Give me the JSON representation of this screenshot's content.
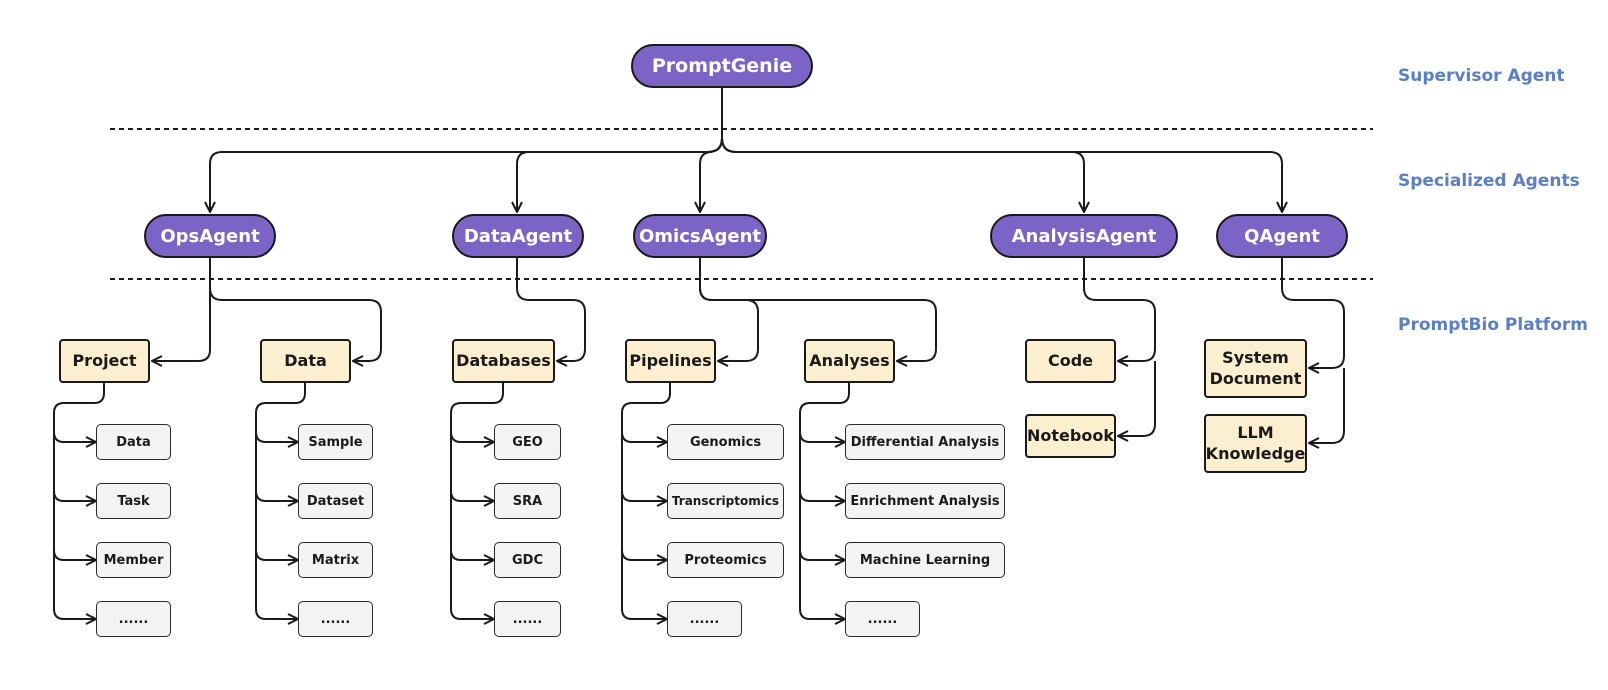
{
  "colors": {
    "agent_fill": "#7b64c6",
    "module_fill": "#fcefd0",
    "leaf_fill": "#f3f3f3",
    "layer_label": "#5b7fc7",
    "line": "#1a1a1a"
  },
  "layers": {
    "supervisor": "Supervisor Agent",
    "specialized": "Specialized Agents",
    "platform": "PromptBio Platform"
  },
  "supervisor": {
    "label": "PromptGenie"
  },
  "agents": [
    {
      "label": "OpsAgent"
    },
    {
      "label": "DataAgent"
    },
    {
      "label": "OmicsAgent"
    },
    {
      "label": "AnalysisAgent"
    },
    {
      "label": "QAgent"
    }
  ],
  "modules": [
    {
      "label": "Project",
      "items": [
        "Data",
        "Task",
        "Member",
        "......"
      ]
    },
    {
      "label": "Data",
      "items": [
        "Sample",
        "Dataset",
        "Matrix",
        "......"
      ]
    },
    {
      "label": "Databases",
      "items": [
        "GEO",
        "SRA",
        "GDC",
        "......"
      ]
    },
    {
      "label": "Pipelines",
      "items": [
        "Genomics",
        "Transcriptomics",
        "Proteomics",
        "......"
      ]
    },
    {
      "label": "Analyses",
      "items": [
        "Differential Analysis",
        "Enrichment Analysis",
        "Machine Learning",
        "......"
      ]
    },
    {
      "label": "Code",
      "items": []
    },
    {
      "label": "Notebook",
      "items": []
    },
    {
      "label": "System Document",
      "items": []
    },
    {
      "label": "LLM Knowledge",
      "items": []
    }
  ]
}
